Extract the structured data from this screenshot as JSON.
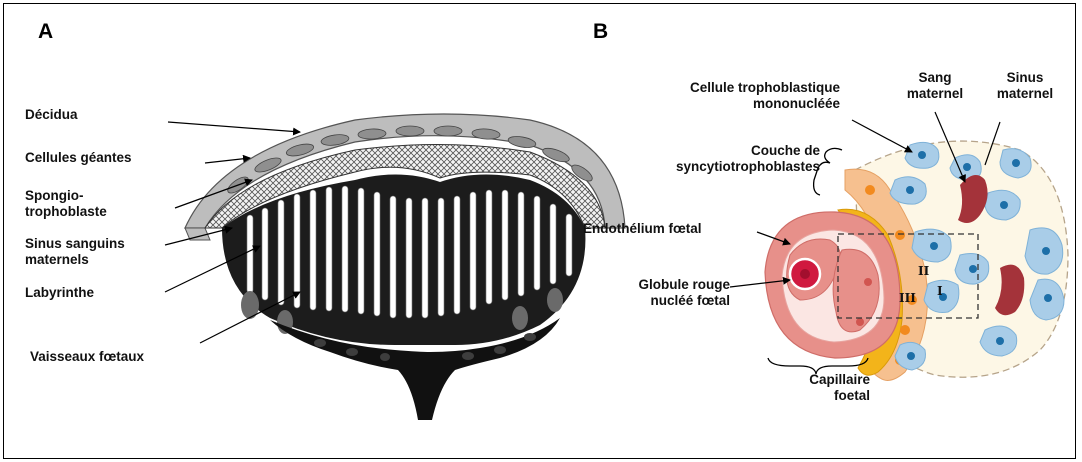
{
  "panel_a": {
    "letter": "A",
    "labels": {
      "decidua": "Décidua",
      "giant_cells": "Cellules géantes",
      "spongio_1": "Spongio-",
      "spongio_2": "trophoblaste",
      "sinus_1": "Sinus sanguins",
      "sinus_2": "maternels",
      "labyrinth": "Labyrinthe",
      "vessels": "Vaisseaux fœtaux"
    }
  },
  "panel_b": {
    "letter": "B",
    "labels": {
      "mono_1": "Cellule trophoblastique",
      "mono_2": "mononucléée",
      "sang_1": "Sang",
      "sang_2": "maternel",
      "sinus_1": "Sinus",
      "sinus_2": "maternel",
      "syncytio_1": "Couche de",
      "syncytio_2": "syncytiotrophoblastes",
      "endo": "Endothélium fœtal",
      "globule_1": "Globule rouge",
      "globule_2": "nucléé fœtal",
      "capillaire_1": "Capillaire",
      "capillaire_2": "foetal"
    },
    "layer_numerals": [
      "I",
      "II",
      "III"
    ]
  },
  "colors": {
    "decidua": "#bdbdbd",
    "labyrinth_dark": "#1c1c1c",
    "endothelium": "#e07f7a",
    "fetal_rbc": "#d0193f",
    "syncytio_outer": "#f6c08f",
    "syncytio_inner": "#f3b41a",
    "maternal_blood": "#a4333a",
    "trophoblast_cell": "#a9cde8",
    "nucleus": "#1d6fa8"
  }
}
